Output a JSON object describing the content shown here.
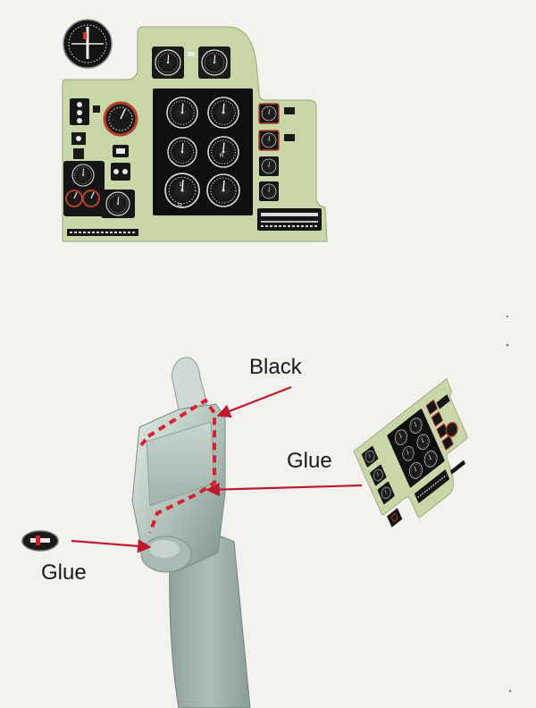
{
  "labels": {
    "black": "Black",
    "glue_panel": "Glue",
    "glue_knob": "Glue"
  },
  "panel_marks": {
    "lower_left_instrument": "R",
    "lower_middle_instrument": "L",
    "upper_middle_instrument": "R"
  },
  "colors": {
    "panel_green": "#c9d6a8",
    "instrument_black": "#151515",
    "callout_red": "#c0182c",
    "dashed_outline": "#d8202e",
    "part_grey": "#9fb0aa",
    "background": "#f4f2ef"
  },
  "icons": {
    "compass_gauge": "round-gauge-icon",
    "trim_knob": "knob-icon"
  }
}
